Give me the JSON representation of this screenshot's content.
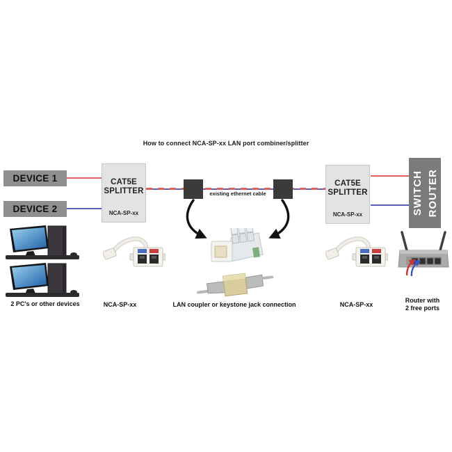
{
  "title": "How to connect NCA-SP-xx LAN port combiner/splitter",
  "diagram": {
    "device1": "DEVICE 1",
    "device2": "DEVICE 2",
    "splitter_left": {
      "name_line1": "CAT5E",
      "name_line2": "SPLITTER",
      "model": "NCA-SP-xx"
    },
    "splitter_right": {
      "name_line1": "CAT5E",
      "name_line2": "SPLITTER",
      "model": "NCA-SP-xx"
    },
    "switch_router": {
      "line1": "SWITCH",
      "line2": "ROUTER"
    },
    "cable_label": "existing ethernet cable"
  },
  "captions": {
    "pcs": "2 PC's or other devices",
    "splitter_left": "NCA-SP-xx",
    "coupler": "LAN coupler or keystone jack connection",
    "splitter_right": "NCA-SP-xx",
    "router_line1": "Router with",
    "router_line2": "2 free ports"
  },
  "colors": {
    "red_line": "#e0605c",
    "blue_line": "#5b5bb8",
    "device_box": "#8f8f8f",
    "splitter_box": "#e3e3e3",
    "router_box": "#7b7b7b",
    "connector": "#3b3b3b"
  }
}
